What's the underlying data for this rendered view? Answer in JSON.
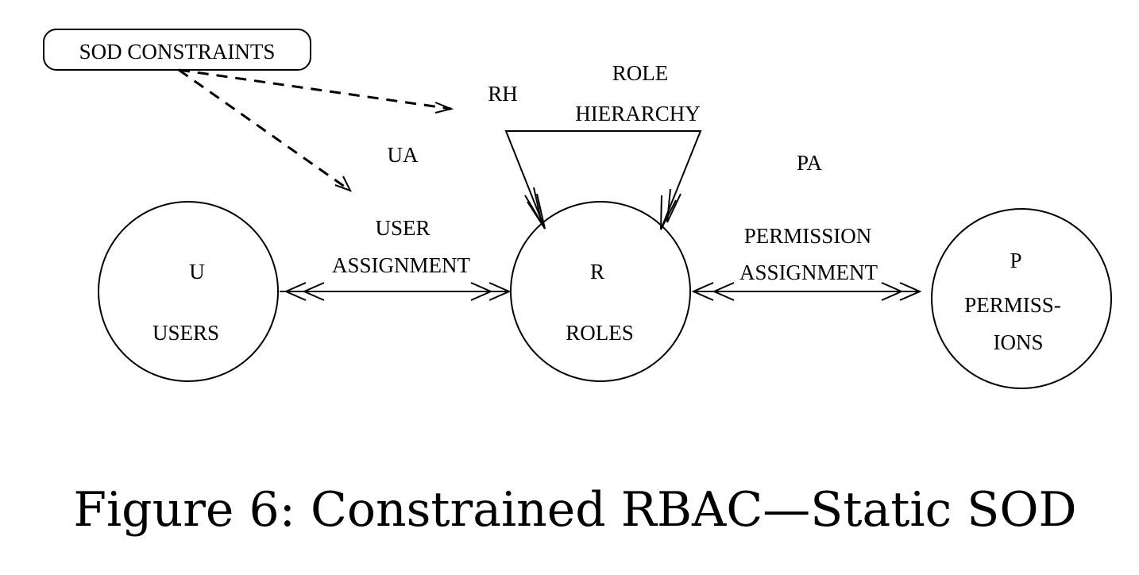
{
  "diagram": {
    "constraint_box": {
      "label": "SOD CONSTRAINTS"
    },
    "nodes": [
      {
        "id": "U",
        "symbol": "U",
        "label_lines": [
          "USERS"
        ]
      },
      {
        "id": "R",
        "symbol": "R",
        "label_lines": [
          "ROLES"
        ]
      },
      {
        "id": "P",
        "symbol": "P",
        "label_lines": [
          "PERMISS-",
          "IONS"
        ]
      }
    ],
    "relations": {
      "ua": {
        "abbr": "UA",
        "label_lines": [
          "USER",
          "ASSIGNMENT"
        ],
        "from": "U",
        "to": "R",
        "type": "many-to-many"
      },
      "pa": {
        "abbr": "PA",
        "label_lines": [
          "PERMISSION",
          "ASSIGNMENT"
        ],
        "from": "R",
        "to": "P",
        "type": "many-to-many"
      },
      "rh": {
        "abbr": "RH",
        "label_lines": [
          "ROLE",
          "HIERARCHY"
        ],
        "from": "R",
        "to": "R",
        "type": "many-to-many"
      }
    },
    "constraint_targets": [
      "RH",
      "UA"
    ]
  },
  "caption": "Figure 6: Constrained RBAC—Static SOD"
}
